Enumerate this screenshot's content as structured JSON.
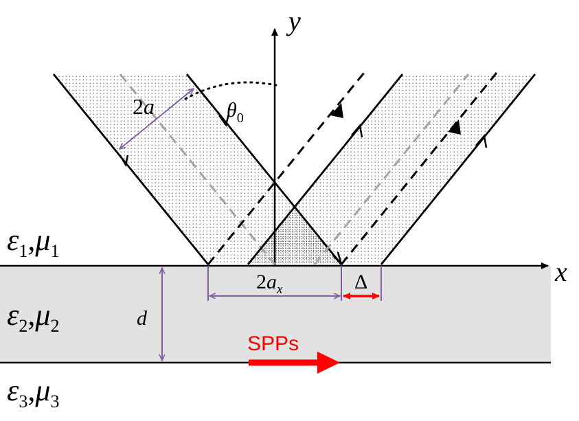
{
  "axes": {
    "x_label": "x",
    "y_label": "y"
  },
  "angle": {
    "symbol": "θ",
    "subscript": "0"
  },
  "beam_width": {
    "prefix": "2",
    "symbol": "a"
  },
  "projected_width": {
    "prefix": "2",
    "symbol": "a",
    "subscript": "x"
  },
  "shift": {
    "symbol": "Δ"
  },
  "thickness": {
    "symbol": "d"
  },
  "media": [
    {
      "eps": "ε",
      "mu": "μ",
      "index": "1"
    },
    {
      "eps": "ε",
      "mu": "μ",
      "index": "2"
    },
    {
      "eps": "ε",
      "mu": "μ",
      "index": "3"
    }
  ],
  "spp_label": "SPPs",
  "colors": {
    "layer_fill": "#e2e2e2",
    "beam_edge": "#000000",
    "beam_center": "#a6a6a6",
    "dimension": "#8060a0",
    "shift_arrow": "#ff0000",
    "spp": "#ff0000",
    "stipple": "#555555"
  }
}
